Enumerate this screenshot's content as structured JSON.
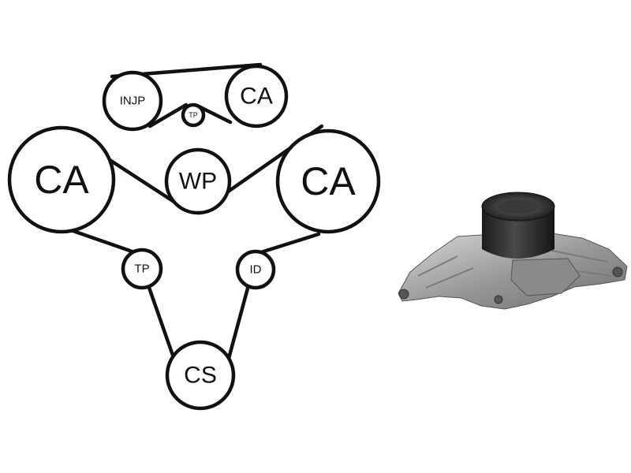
{
  "diagram": {
    "pulleys": [
      {
        "id": "injp",
        "label": "INJP"
      },
      {
        "id": "ca_top",
        "label": "CA"
      },
      {
        "id": "tp_small",
        "label": "TP"
      },
      {
        "id": "ca_left",
        "label": "CA"
      },
      {
        "id": "wp",
        "label": "WP"
      },
      {
        "id": "ca_right",
        "label": "CA"
      },
      {
        "id": "tp_lower",
        "label": "TP"
      },
      {
        "id": "id",
        "label": "ID"
      },
      {
        "id": "cs",
        "label": "CS"
      }
    ]
  },
  "product": {
    "icon": "water-pump-icon",
    "colors": {
      "body": "#9a9a9a",
      "pulley": "#2a2a2a"
    }
  }
}
